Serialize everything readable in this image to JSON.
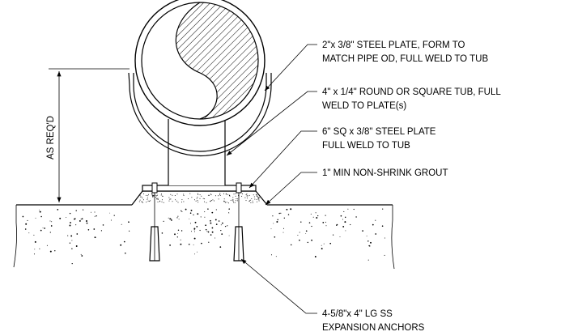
{
  "callouts": {
    "saddle_plate": [
      "2\"x 3/8\" STEEL PLATE, FORM TO",
      "MATCH PIPE OD, FULL WELD TO TUB"
    ],
    "tube": [
      "4\" x 1/4\" ROUND OR SQUARE TUB, FULL",
      "WELD TO PLATE(s)"
    ],
    "base_plate": [
      "6\" SQ x 3/8\" STEEL PLATE",
      "FULL WELD TO TUB"
    ],
    "grout": [
      "1\" MIN NON-SHRINK GROUT"
    ],
    "anchors": [
      "4-5/8\"x 4\" LG SS",
      "EXPANSION ANCHORS"
    ]
  },
  "dimension": {
    "label": "AS REQ'D"
  },
  "colors": {
    "line": "#000000",
    "background": "#ffffff"
  }
}
